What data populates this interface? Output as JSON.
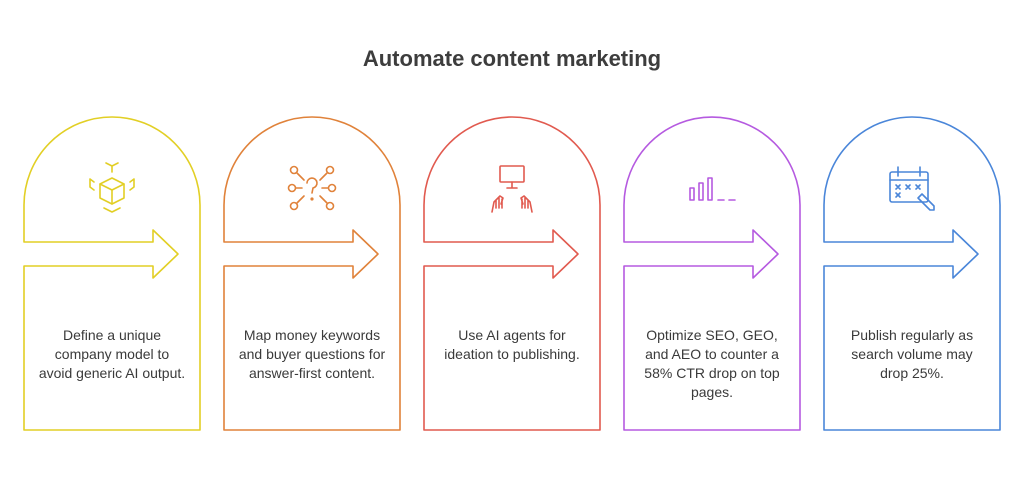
{
  "title": "Automate content marketing",
  "steps": [
    {
      "icon": "cube-network-icon",
      "color": "#e2cf25",
      "text": "Define a unique company model to avoid generic AI output."
    },
    {
      "icon": "question-network-icon",
      "color": "#e0823a",
      "text": "Map money keywords and buyer questions for answer-first content."
    },
    {
      "icon": "computer-hands-icon",
      "color": "#e15a4f",
      "text": "Use AI agents for ideation to publishing."
    },
    {
      "icon": "bar-chart-icon",
      "color": "#b55ae0",
      "text": "Optimize SEO, GEO, and AEO to counter a 58% CTR drop on top pages."
    },
    {
      "icon": "calendar-edit-icon",
      "color": "#4a86d9",
      "text": "Publish regularly as search volume may drop 25%."
    }
  ]
}
